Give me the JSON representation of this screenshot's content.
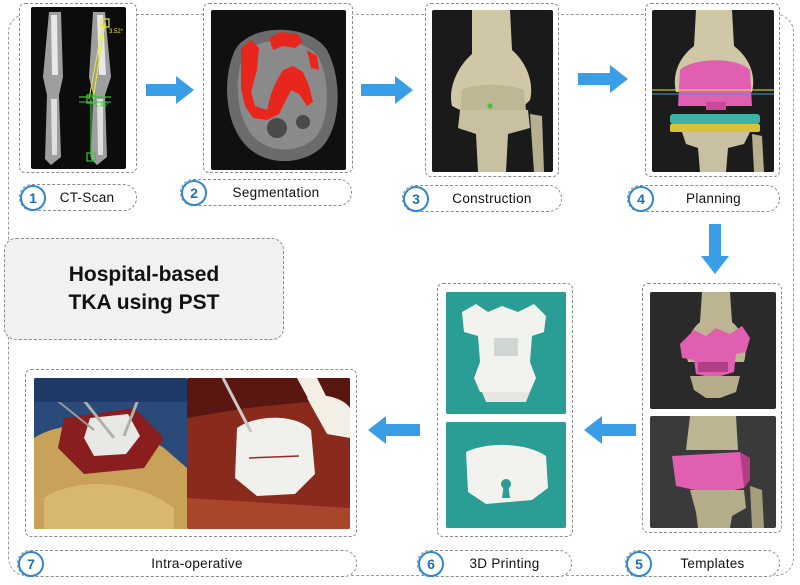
{
  "steps": [
    {
      "number": "1",
      "label": "CT-Scan"
    },
    {
      "number": "2",
      "label": "Segmentation"
    },
    {
      "number": "3",
      "label": "Construction"
    },
    {
      "number": "4",
      "label": "Planning"
    },
    {
      "number": "5",
      "label": "Templates"
    },
    {
      "number": "6",
      "label": "3D Printing"
    },
    {
      "number": "7",
      "label": "Intra-operative"
    }
  ],
  "title": {
    "line1": "Hospital-based",
    "line2": "TKA using PST"
  },
  "ct_annotations": {
    "angle_top": "3.52°",
    "angle_mid": "1.46°"
  },
  "colors": {
    "accent": "#2f86d0",
    "arrow": "#3a9ee6",
    "template_pink": "#e05fb0",
    "segmentation_red": "#e8261c"
  }
}
